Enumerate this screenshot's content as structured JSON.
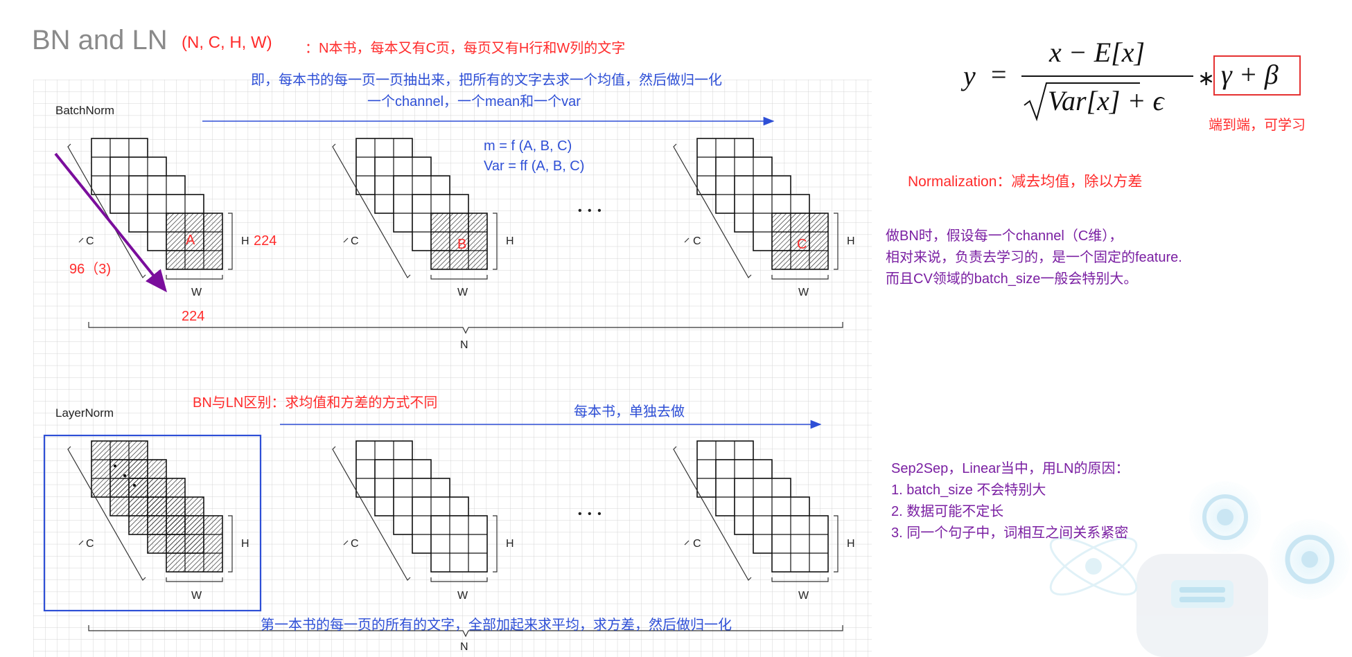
{
  "title": {
    "main": "BN and LN",
    "dims": "(N, C, H, W)",
    "desc": "：N本书，每本又有C页，每页又有H行和W列的文字"
  },
  "formula": {
    "y": "y",
    "eq": "=",
    "numerator": "x − E[x]",
    "denom_var": "Var[x] + ϵ",
    "times": "∗",
    "affine": "γ + β",
    "note": "端到端，可学习"
  },
  "bn": {
    "label": "BatchNorm",
    "desc_line1": "即，每本书的每一页一页抽出来，把所有的文字去求一个均值，然后做归一化",
    "desc_line2": "一个channel，一个mean和一个var",
    "mean_eq": "m = f (A, B, C)",
    "var_eq": "Var = ff  (A, B, C)",
    "dim_c_value": "96（3)",
    "dim_h_value": "224",
    "dim_w_value": "224",
    "stacks": [
      {
        "channel": "A",
        "c": "C",
        "h": "H",
        "w": "W"
      },
      {
        "channel": "B",
        "c": "C",
        "h": "H",
        "w": "W"
      },
      {
        "channel": "C",
        "c": "C",
        "h": "H",
        "w": "W"
      }
    ],
    "n_label": "N"
  },
  "ln": {
    "label": "LayerNorm",
    "diff_note": "BN与LN区别：求均值和方差的方式不同",
    "per_book": "每本书，单独去做",
    "desc": "第一本书的每一页的所有的文字，全部加起来求平均，求方差，然后做归一化",
    "stacks": [
      {
        "c": "C",
        "h": "H",
        "w": "W"
      },
      {
        "c": "C",
        "h": "H",
        "w": "W"
      },
      {
        "c": "C",
        "h": "H",
        "w": "W"
      }
    ],
    "n_label": "N"
  },
  "ellipsis": "• • •",
  "notes": {
    "normalization": "Normalization：减去均值，除以方差",
    "bn_reason": [
      "做BN时，假设每一个channel（C维），",
      "相对来说，负责去学习的，是一个固定的feature.",
      "而且CV领域的batch_size一般会特别大。"
    ],
    "ln_reason": [
      "Sep2Sep，Linear当中，用LN的原因：",
      "1. batch_size 不会特别大",
      "2. 数据可能不定长",
      "3. 同一个句子中，词相互之间关系紧密"
    ]
  },
  "colors": {
    "red": "#ff2b2b",
    "blue": "#2e4fd6",
    "purple": "#7a1fa2",
    "title_gray": "#8a8a8a",
    "grid": "#d4d4d4",
    "arrow_purple": "#7a0d9c"
  }
}
